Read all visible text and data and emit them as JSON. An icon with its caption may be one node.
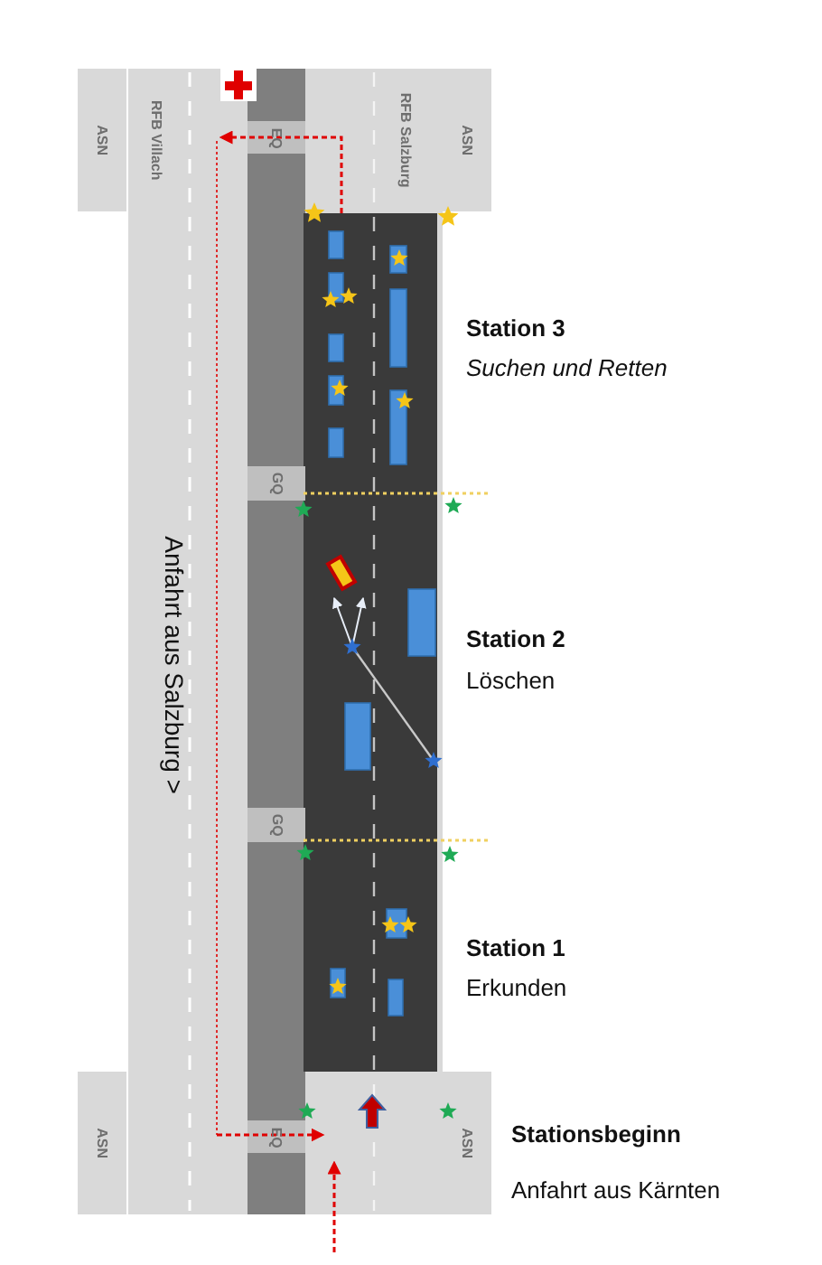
{
  "diagram": {
    "labels": [
      "ASN",
      "RFB Villach",
      "EQ",
      "RFB Salzburg",
      "ASN",
      "Station 3",
      "Suchen und Retten",
      "GQ",
      "Anfahrt aus Salzburg >",
      "Station 2",
      "Löschen",
      "GQ",
      "Station 1",
      "Erkunden",
      "ASN",
      "EQ",
      "ASN",
      "Stationsbeginn",
      "Anfahrt aus Kärnten"
    ]
  }
}
